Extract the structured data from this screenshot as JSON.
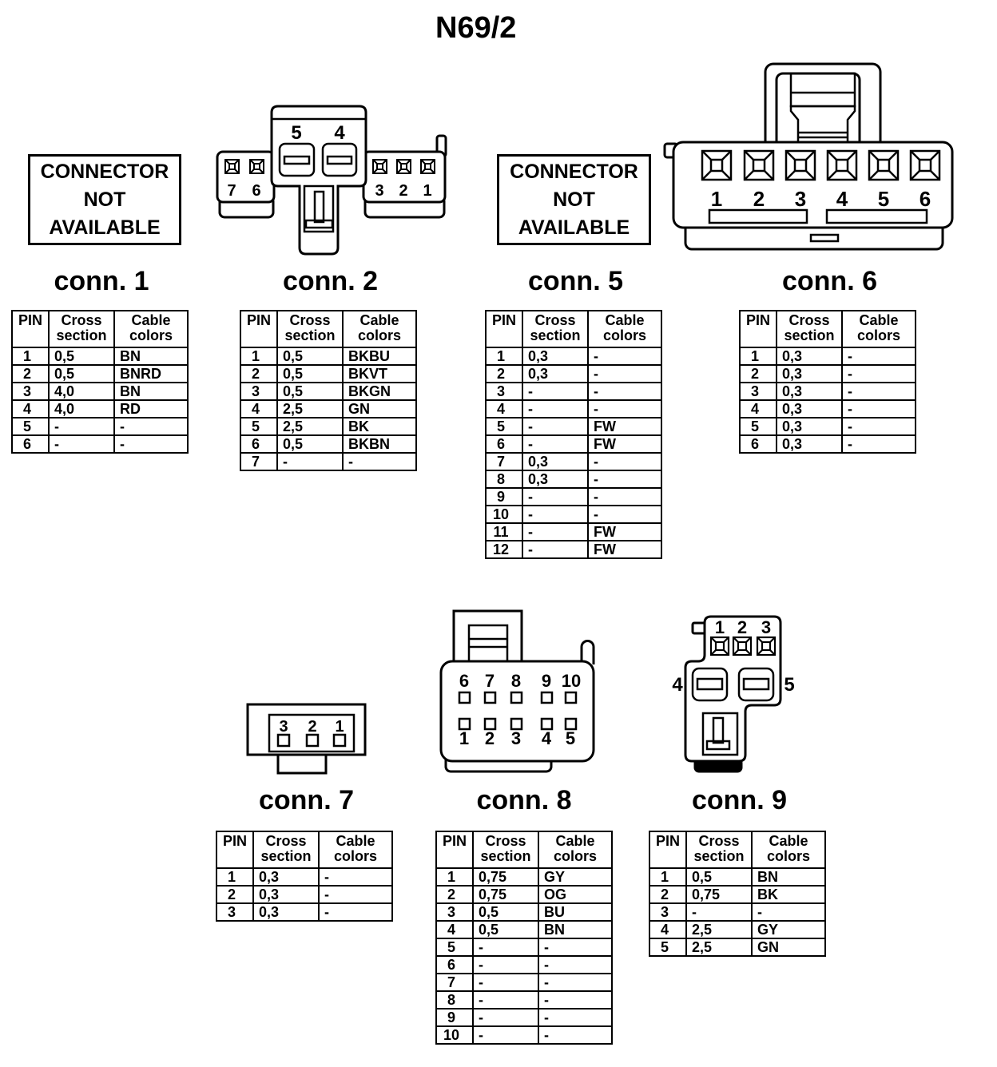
{
  "title": "N69/2",
  "not_available_text": "CONNECTOR NOT AVAILABLE",
  "table_headers": {
    "pin": "PIN",
    "cross": "Cross section",
    "cable": "Cable colors"
  },
  "connectors": {
    "conn1": {
      "label": "conn. 1",
      "rows": [
        [
          "1",
          "0,5",
          "BN"
        ],
        [
          "2",
          "0,5",
          "BNRD"
        ],
        [
          "3",
          "4,0",
          "BN"
        ],
        [
          "4",
          "4,0",
          "RD"
        ],
        [
          "5",
          "-",
          "-"
        ],
        [
          "6",
          "-",
          "-"
        ]
      ]
    },
    "conn2": {
      "label": "conn. 2",
      "pins": [
        "5",
        "4",
        "7",
        "6",
        "3",
        "2",
        "1"
      ],
      "rows": [
        [
          "1",
          "0,5",
          "BKBU"
        ],
        [
          "2",
          "0,5",
          "BKVT"
        ],
        [
          "3",
          "0,5",
          "BKGN"
        ],
        [
          "4",
          "2,5",
          "GN"
        ],
        [
          "5",
          "2,5",
          "BK"
        ],
        [
          "6",
          "0,5",
          "BKBN"
        ],
        [
          "7",
          "-",
          "-"
        ]
      ]
    },
    "conn5": {
      "label": "conn. 5",
      "rows": [
        [
          "1",
          "0,3",
          "-"
        ],
        [
          "2",
          "0,3",
          "-"
        ],
        [
          "3",
          "-",
          "-"
        ],
        [
          "4",
          "-",
          "-"
        ],
        [
          "5",
          "-",
          "FW"
        ],
        [
          "6",
          "-",
          "FW"
        ],
        [
          "7",
          "0,3",
          "-"
        ],
        [
          "8",
          "0,3",
          "-"
        ],
        [
          "9",
          "-",
          "-"
        ],
        [
          "10",
          "-",
          "-"
        ],
        [
          "11",
          "-",
          "FW"
        ],
        [
          "12",
          "-",
          "FW"
        ]
      ]
    },
    "conn6": {
      "label": "conn. 6",
      "pins": [
        "1",
        "2",
        "3",
        "4",
        "5",
        "6"
      ],
      "rows": [
        [
          "1",
          "0,3",
          "-"
        ],
        [
          "2",
          "0,3",
          "-"
        ],
        [
          "3",
          "0,3",
          "-"
        ],
        [
          "4",
          "0,3",
          "-"
        ],
        [
          "5",
          "0,3",
          "-"
        ],
        [
          "6",
          "0,3",
          "-"
        ]
      ]
    },
    "conn7": {
      "label": "conn. 7",
      "pins": [
        "3",
        "2",
        "1"
      ],
      "rows": [
        [
          "1",
          "0,3",
          "-"
        ],
        [
          "2",
          "0,3",
          "-"
        ],
        [
          "3",
          "0,3",
          "-"
        ]
      ]
    },
    "conn8": {
      "label": "conn. 8",
      "pins": [
        "6",
        "7",
        "8",
        "9",
        "10",
        "1",
        "2",
        "3",
        "4",
        "5"
      ],
      "rows": [
        [
          "1",
          "0,75",
          "GY"
        ],
        [
          "2",
          "0,75",
          "OG"
        ],
        [
          "3",
          "0,5",
          "BU"
        ],
        [
          "4",
          "0,5",
          "BN"
        ],
        [
          "5",
          "-",
          "-"
        ],
        [
          "6",
          "-",
          "-"
        ],
        [
          "7",
          "-",
          "-"
        ],
        [
          "8",
          "-",
          "-"
        ],
        [
          "9",
          "-",
          "-"
        ],
        [
          "10",
          "-",
          "-"
        ]
      ]
    },
    "conn9": {
      "label": "conn. 9",
      "pins": [
        "1",
        "2",
        "3",
        "4",
        "5"
      ],
      "rows": [
        [
          "1",
          "0,5",
          "BN"
        ],
        [
          "2",
          "0,75",
          "BK"
        ],
        [
          "3",
          "-",
          "-"
        ],
        [
          "4",
          "2,5",
          "GY"
        ],
        [
          "5",
          "2,5",
          "GN"
        ]
      ]
    }
  }
}
